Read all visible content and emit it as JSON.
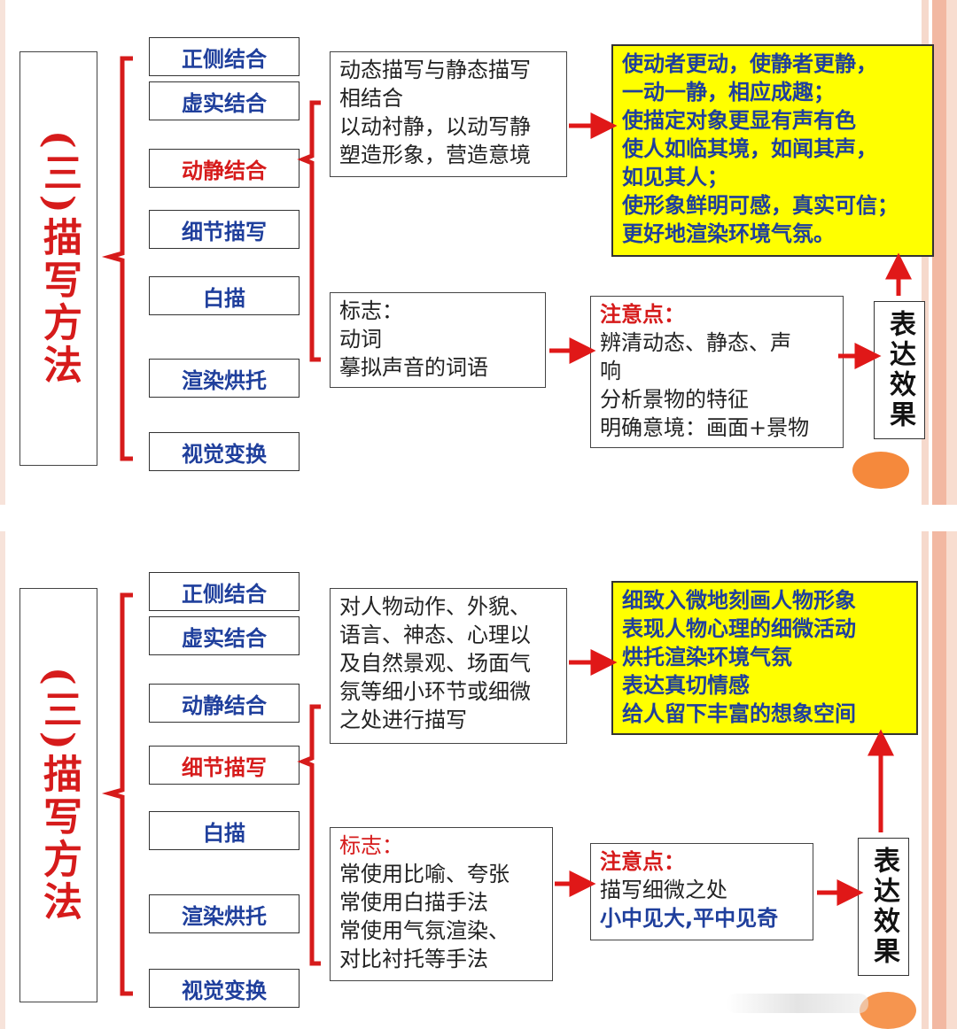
{
  "panels": [
    {
      "title": "(三)描写方法",
      "techniques": [
        "正侧结合",
        "虚实结合",
        "动静结合",
        "细节描写",
        "白描",
        "渲染烘托",
        "视觉变换"
      ],
      "description": [
        "动态描写与静态描写",
        "相结合",
        "以动衬静，以动写静",
        "塑造形象，营造意境"
      ],
      "effects": [
        "使动者更动，使静者更静，",
        "一动一静，相应成趣；",
        "使描定对象更显有声有色",
        "使人如临其境，如闻其声，",
        "如见其人；",
        "使形象鲜明可感，真实可信；",
        "更好地渲染环境气氛。"
      ],
      "sign_label": "标志：",
      "signs": [
        "动词",
        "摹拟声音的词语"
      ],
      "note_head": "注意点：",
      "notes": [
        "辨清动态、静态、声",
        "响",
        "分析景物的特征",
        "明确意境：画面+景物"
      ],
      "express": "表达效果"
    },
    {
      "title": "(三)描写方法",
      "techniques": [
        "正侧结合",
        "虚实结合",
        "动静结合",
        "细节描写",
        "白描",
        "渲染烘托",
        "视觉变换"
      ],
      "description": [
        "对人物动作、外貌、",
        "语言、神态、心理以",
        "及自然景观、场面气",
        "氛等细小环节或细微",
        "之处进行描写"
      ],
      "effects": [
        "细致入微地刻画人物形象",
        "表现人物心理的细微活动",
        "烘托渲染环境气氛",
        "表达真切情感",
        "给人留下丰富的想象空间"
      ],
      "sign_label": "标志：",
      "signs": [
        "常使用比喻、夸张",
        "常使用白描手法",
        "常使用气氛渲染、",
        "对比衬托等手法"
      ],
      "note_head": "注意点：",
      "notes": [
        "描写细微之处"
      ],
      "note_emphasis": "小中见大,平中见奇",
      "express": "表达效果"
    }
  ],
  "colors": {
    "accent_red": "#d61b1b",
    "blue_text": "#1f3f9c",
    "highlight": "#ffff00",
    "dot": "#f5893c"
  }
}
